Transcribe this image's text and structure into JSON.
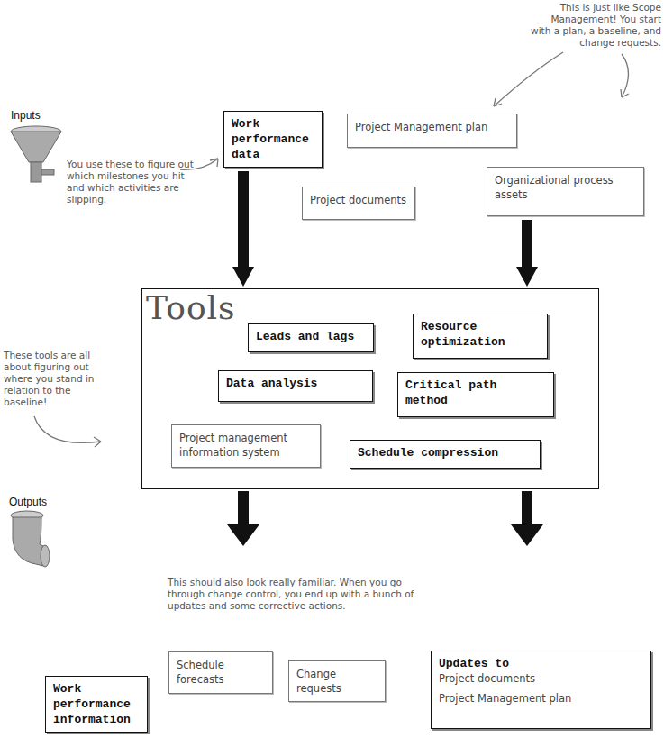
{
  "diagram": {
    "nodes": [
      {
        "text": [
          "Work performance data"
        ]
      },
      {
        "text": [
          "Project Management plan"
        ]
      },
      {
        "text": [
          "Project documents"
        ]
      },
      {
        "text": [
          "Organizational process assets"
        ]
      },
      {
        "text": [
          "Tools"
        ]
      },
      {
        "text": [
          "Leads and lags"
        ],
        "in": 4
      },
      {
        "text": [
          "Resource optimization"
        ],
        "in": 4
      },
      {
        "text": [
          "Data analysis"
        ],
        "in": 4
      },
      {
        "text": [
          "Critical path method"
        ],
        "in": 4
      },
      {
        "text": [
          "Project management information system"
        ],
        "in": 4
      },
      {
        "text": [
          "Schedule compression"
        ],
        "in": 4
      },
      {
        "text": [
          "Work performance information"
        ]
      },
      {
        "text": [
          "Schedule forecasts"
        ]
      },
      {
        "text": [
          "Change requests"
        ]
      },
      {
        "text": [
          "Updates to",
          "Project documents",
          "Project Management plan"
        ]
      }
    ],
    "edges": [
      {
        "from": 0,
        "to": 4,
        "arrow": "to"
      },
      {
        "from": 3,
        "to": 4,
        "arrow": "to"
      }
    ],
    "labels": [
      "Inputs",
      "Outputs",
      "This is just like Scope Management! You start with a plan, a baseline, and change requests.",
      "You use these to figure out which milestones you hit and which activities are slipping.",
      "These tools are all about figuring out where you stand in relation to the baseline!",
      "This should also look really familiar. When you go through change control, you end up with a bunch of updates and some corrective actions."
    ]
  }
}
